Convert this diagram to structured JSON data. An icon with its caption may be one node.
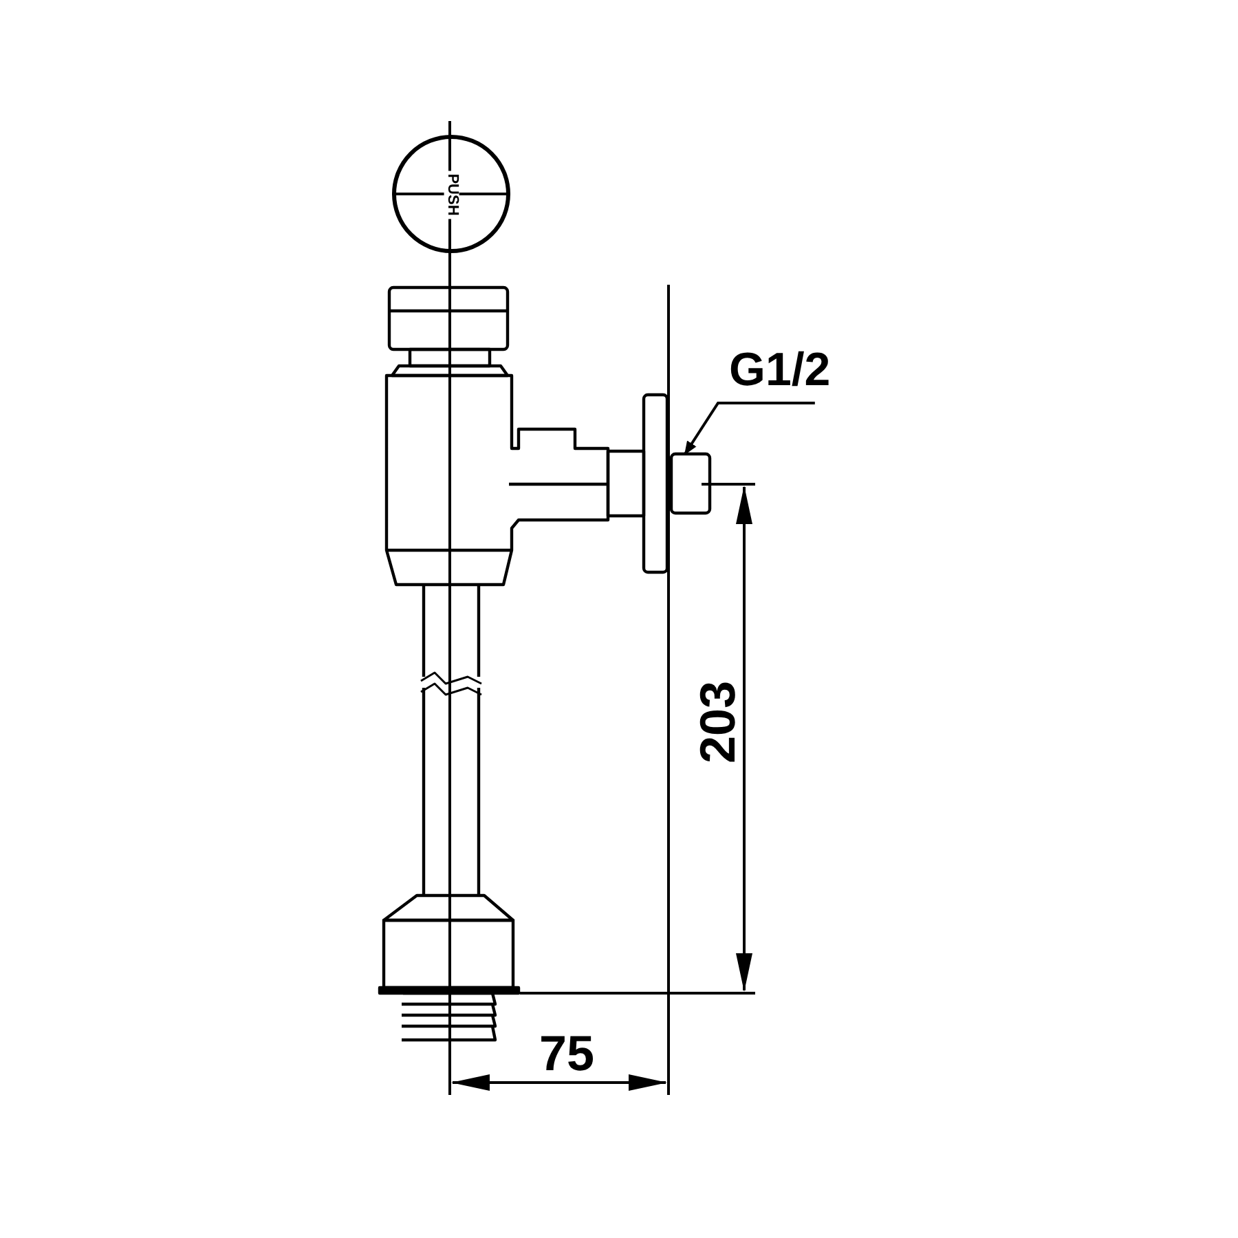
{
  "diagram": {
    "nodes": [
      {
        "text": [
          "PUSH"
        ]
      },
      {
        "text": [
          "G1/2"
        ]
      },
      {
        "text": [],
        "shape": "box"
      }
    ],
    "edges": [
      {
        "from": 1,
        "to": 2,
        "arrow": "to"
      }
    ],
    "labels": [
      "203",
      "75"
    ]
  }
}
